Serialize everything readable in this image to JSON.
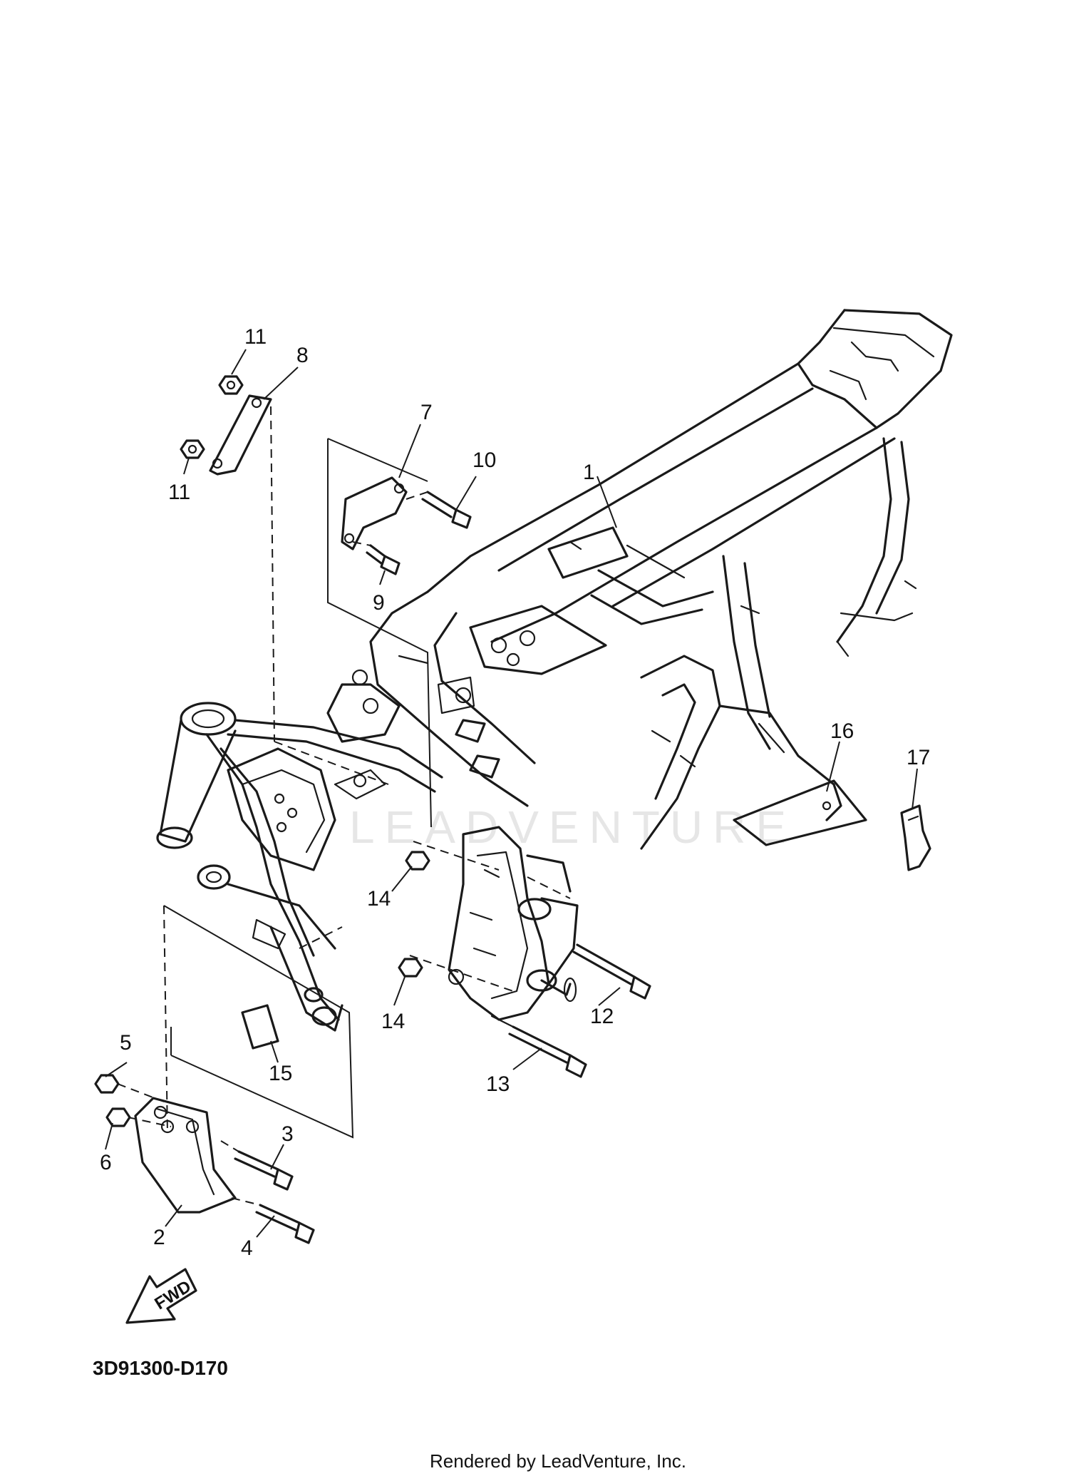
{
  "diagram": {
    "diagram_id": "3D91300-D170",
    "watermark": "LEADVENTURE",
    "footer": "Rendered by LeadVenture, Inc.",
    "direction_label": "FWD",
    "callouts": [
      "1",
      "2",
      "3",
      "4",
      "5",
      "6",
      "7",
      "8",
      "9",
      "10",
      "11",
      "11",
      "12",
      "13",
      "14",
      "14",
      "15",
      "16",
      "17"
    ]
  }
}
